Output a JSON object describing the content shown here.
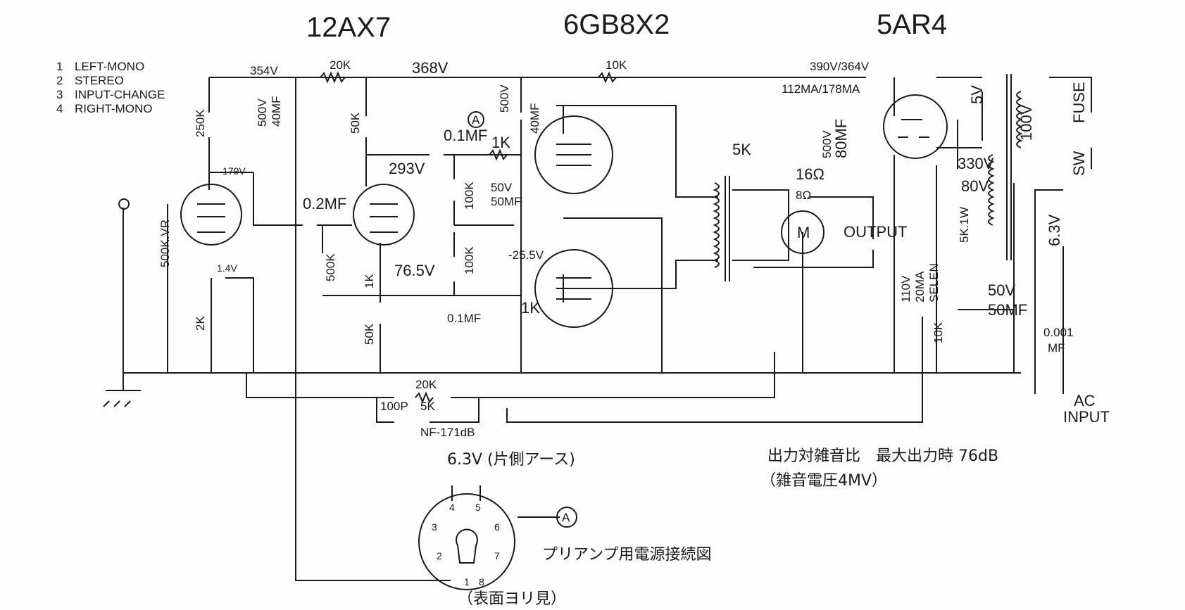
{
  "tubes": {
    "preamp": "12AX7",
    "output": "6GB8X2",
    "rectifier": "5AR4"
  },
  "switch_legend": [
    {
      "num": "1",
      "label": "LEFT-MONO"
    },
    {
      "num": "2",
      "label": "STEREO"
    },
    {
      "num": "3",
      "label": "INPUT-CHANGE"
    },
    {
      "num": "4",
      "label": "RIGHT-MONO"
    }
  ],
  "labels": {
    "v354": "354V",
    "r20k_top": "20K",
    "v368": "368V",
    "r10k_top": "10K",
    "v390": "390V/364V",
    "ma": "112MA/178MA",
    "r250k": "250K",
    "c40_v": "500V",
    "c40_mf": "40MF",
    "r50k_top": "50K",
    "c01_top": "0.1MF",
    "ref_a": "A",
    "c500v": "500V",
    "c40mf2": "40MF",
    "r1k_top": "1K",
    "opt_5k": "5K",
    "tap16": "16Ω",
    "tap8": "8Ω",
    "output": "OUTPUT",
    "meter": "M",
    "v179": "179V",
    "c02": "0.2MF",
    "v293": "293V",
    "r100k_a": "100K",
    "c50v": "50V",
    "c50mf": "50MF",
    "vr500k": "500K.VR",
    "r500k": "500K",
    "r1k_cath": "1K",
    "v765": "76.5V",
    "r100k_b": "100K",
    "vneg": "-25.5V",
    "v14": "1.4V",
    "r2k": "2K",
    "c01_bot": "0.1MF",
    "r1k_bot": "1K",
    "r50k_bot": "50K",
    "c80_v": "500V",
    "c80_mf": "80MF",
    "v5": "5V",
    "v330": "330V",
    "v80": "80V",
    "r5k1w": "5K.1W",
    "selen_v": "110V",
    "selen_ma": "20MA",
    "selen": "SELEN",
    "c50v_b": "50V",
    "c50mf_b": "50MF",
    "r10k_b": "10K",
    "v100": "100V",
    "fuse": "FUSE",
    "sw": "SW",
    "v63": "6.3V",
    "c001": "0.001",
    "c001_mf": "MF",
    "ac": "AC",
    "input": "INPUT",
    "nf_20k": "20K",
    "nf_100p": "100P",
    "nf_5k": "5K",
    "nf": "NF-171dB"
  },
  "notes": {
    "snr": "出力対雑音比　最大出力時 76dB",
    "noise_v": "（雑音電圧4MV）",
    "socket_heater": "6.3V (片側アース)",
    "socket_title": "プリアンプ用電源接続図",
    "socket_view": "（表面ヨリ見）",
    "socket_ref": "A",
    "pins": [
      "1",
      "2",
      "3",
      "4",
      "5",
      "6",
      "7",
      "8"
    ]
  }
}
